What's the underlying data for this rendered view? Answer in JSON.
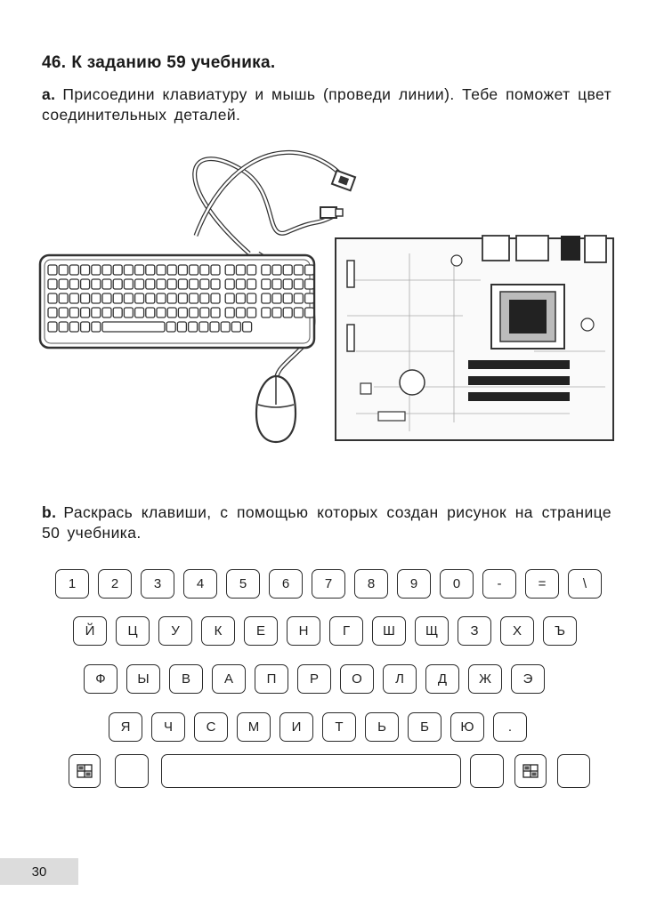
{
  "task": {
    "number": "46.",
    "title": "К заданию 59 учебника."
  },
  "part_a": {
    "letter": "a.",
    "text": "Присоедини клавиатуру и мышь (проведи линии). Тебе поможет цвет соединительных деталей."
  },
  "part_b": {
    "letter": "b.",
    "text": "Раскрась клавиши, с помощью которых создан рисунок на странице 50 учебника."
  },
  "keyboard": {
    "row1": [
      "1",
      "2",
      "3",
      "4",
      "5",
      "6",
      "7",
      "8",
      "9",
      "0",
      "-",
      "=",
      "\\"
    ],
    "row2": [
      "Й",
      "Ц",
      "У",
      "К",
      "Е",
      "Н",
      "Г",
      "Ш",
      "Щ",
      "З",
      "Х",
      "Ъ"
    ],
    "row3": [
      "Ф",
      "Ы",
      "В",
      "А",
      "П",
      "Р",
      "О",
      "Л",
      "Д",
      "Ж",
      "Э"
    ],
    "row4": [
      "Я",
      "Ч",
      "С",
      "М",
      "И",
      "Т",
      "Ь",
      "Б",
      "Ю",
      "."
    ],
    "row5_icons": [
      "windows-icon",
      "windows-icon"
    ]
  },
  "page_number": "30"
}
